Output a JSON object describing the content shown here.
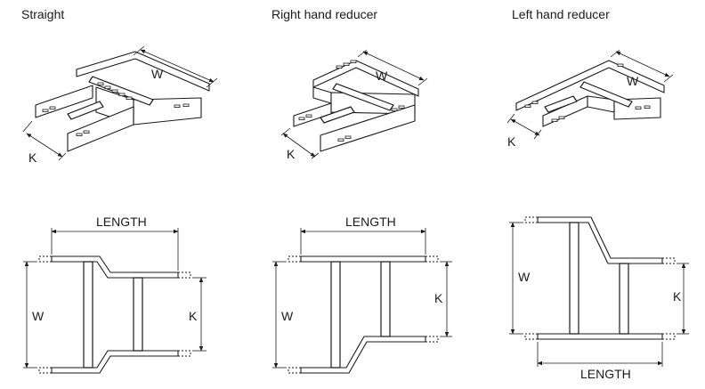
{
  "diagrams": [
    {
      "title": "Straight",
      "iso_label_width": "W",
      "iso_label_k": "K",
      "plan_label_length": "LENGTH",
      "plan_label_width": "W",
      "plan_label_k": "K"
    },
    {
      "title": "Right hand reducer",
      "iso_label_width": "W",
      "iso_label_k": "K",
      "plan_label_length": "LENGTH",
      "plan_label_width": "W",
      "plan_label_k": "K"
    },
    {
      "title": "Left hand reducer",
      "iso_label_width": "W",
      "iso_label_k": "K",
      "plan_label_length": "LENGTH",
      "plan_label_width": "W",
      "plan_label_k": "K"
    }
  ],
  "colors": {
    "line": "#1a1a1a",
    "background": "#ffffff",
    "fill_light": "#d8d8d8"
  }
}
